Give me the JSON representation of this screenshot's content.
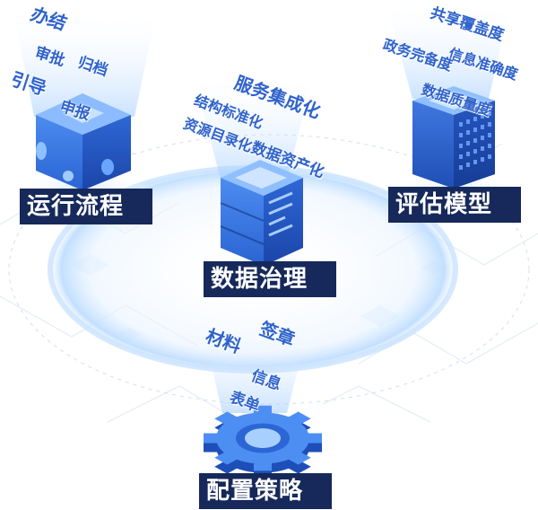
{
  "nodes": {
    "run_flow": {
      "label": "运行流程",
      "keywords": [
        "办结",
        "审批",
        "归档",
        "引导",
        "申报"
      ]
    },
    "data_governance": {
      "label": "数据治理",
      "keywords": [
        "服务集成化",
        "结构标准化",
        "资源目录化",
        "数据资产化"
      ]
    },
    "evaluation_model": {
      "label": "评估模型",
      "keywords": [
        "共享覆盖度",
        "信息准确度",
        "政务完备度",
        "数据质量度"
      ]
    },
    "config_strategy": {
      "label": "配置策略",
      "keywords": [
        "签章",
        "材料",
        "信息",
        "表单"
      ]
    }
  },
  "colors": {
    "label_bg": "#16295a",
    "label_text": "#ffffff",
    "floating_text": "#2f63cc",
    "primary_blue": "#3f7ee6",
    "dark_blue": "#1d4fb8",
    "light_blue": "#a9d2ff",
    "ring_glow": "#cfe6ff"
  }
}
